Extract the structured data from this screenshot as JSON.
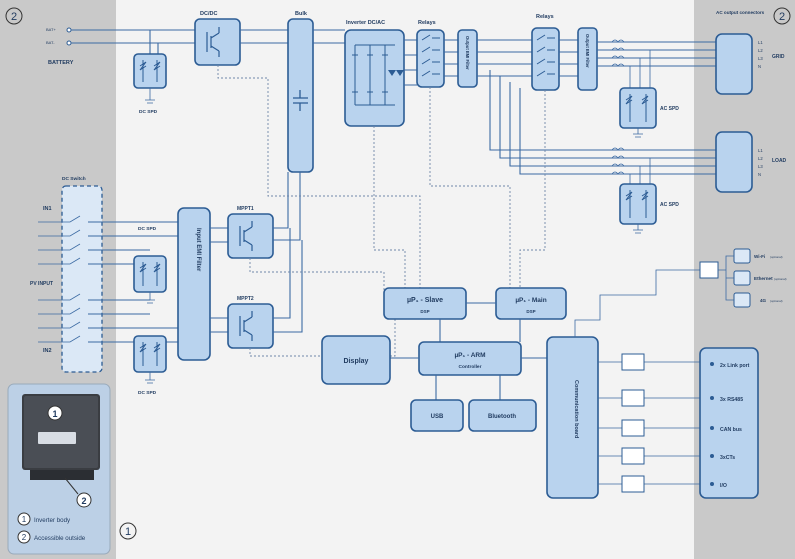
{
  "zones": {
    "left_number": "2",
    "right_number": "2",
    "bottom_number": "1"
  },
  "battery": {
    "title": "BATTERY",
    "pins": [
      "BAT+",
      "BAT-"
    ]
  },
  "blocks": {
    "dcdc": "DC/DC",
    "bulk": "Bulk",
    "inverter": "Inverter DC/AC",
    "relays1": "Relays",
    "relays2": "Relays",
    "emi_out1": "Output EMI Filter",
    "emi_out2": "Output EMI Filter",
    "input_emi": "Input EMI Filter",
    "mppt1": "MPPT1",
    "mppt2": "MPPT2",
    "slave": "µP₁ - Slave",
    "slave_sub": "DSP",
    "main": "µP₁ - Main",
    "main_sub": "DSP",
    "arm": "µP₁ - ARM",
    "arm_sub": "Controller",
    "display": "Display",
    "usb": "USB",
    "bluetooth": "Bluetooth",
    "comm_board": "Communication board"
  },
  "spd": {
    "dc_spd_top": "DC SPD",
    "dc_spd_mid": "DC SPD",
    "dc_spd_bot": "DC SPD",
    "dc_spd_label": "DC SPD",
    "ac_spd1": "AC SPD",
    "ac_spd2": "AC SPD"
  },
  "dc_switch": {
    "title": "DC Switch",
    "in1": "IN1",
    "in2": "IN2",
    "pv_input": "PV INPUT"
  },
  "ac_output": {
    "title": "AC output connectors",
    "grid_label": "GRID",
    "load_label": "LOAD",
    "grid_pins": [
      "L1",
      "L2",
      "L3",
      "N"
    ],
    "load_pins": [
      "L1",
      "L2",
      "L3",
      "N"
    ]
  },
  "comm_ports": [
    {
      "label": "2x Link port"
    },
    {
      "label": "3x RS485"
    },
    {
      "label": "CAN bus"
    },
    {
      "label": "3xCTs"
    },
    {
      "label": "I/O"
    }
  ],
  "wireless": [
    {
      "label": "Wi-Fi",
      "note": "(optional)"
    },
    {
      "label": "Ethernet",
      "note": "(optional)"
    },
    {
      "label": "4G",
      "note": "(optional)"
    }
  ],
  "legend": {
    "item1_num": "1",
    "item1_text": "Inverter body",
    "item2_num": "2",
    "item2_text": "Accessible outside"
  },
  "colors": {
    "block_fill": "#b9d3ee",
    "block_stroke": "#2c5c94",
    "side_panel": "#c9c9c9",
    "center_bg": "#f3f3f3"
  }
}
